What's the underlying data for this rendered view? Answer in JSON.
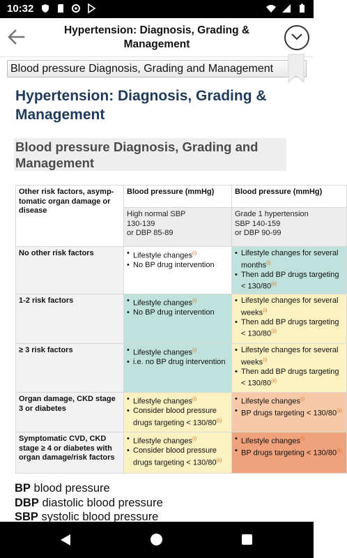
{
  "status_bar": {
    "time": "10:32"
  },
  "app_bar": {
    "title": "Hypertension: Diagnosis, Grading & Management"
  },
  "dropdown": {
    "selected": "Blood pressure Diagnosis, Grading and Management"
  },
  "content": {
    "page_heading": "Hypertension: Diagnosis, Grading & Management",
    "section_heading": "Blood pressure Diagnosis, Grading and Management"
  },
  "table": {
    "col0_header": "Other risk factors, asymp­tomatic organ damage or disease",
    "col1_header": "Blood pressure (mmHg)",
    "col2_header": "Blood pressure (mmHg)",
    "col1_sub": [
      "High normal SBP",
      "130-139",
      "or DBP 85-89"
    ],
    "col2_sub": [
      "Grade 1 hypertension",
      "SBP 140-159",
      "or DBP 90-99"
    ],
    "rows": [
      {
        "label": "No other risk factors",
        "col1": [
          "Lifestyle changes",
          "No BP drug intervention"
        ],
        "col2": [
          "Lifestyle changes for several months",
          "Then add BP drugs targeting < 130/80"
        ]
      },
      {
        "label": "1-2 risk factors",
        "col1": [
          "Lifestyle changes",
          "No BP drug intervention"
        ],
        "col2": [
          "Lifestyle changes for several weeks",
          "Then add BP drugs targeting < 130/80"
        ]
      },
      {
        "label": "≥ 3 risk factors",
        "col1": [
          "Lifestyle changes",
          "i.e. no BP drug intervention"
        ],
        "col2": [
          "Lifestyle changes for several weeks",
          "Then add BP drugs targeting < 130/80"
        ]
      },
      {
        "label": "Organ damage, CKD stage 3 or diabetes",
        "col1": [
          "Lifestyle changes",
          "Consider blood pressure drugs targeting < 130/80"
        ],
        "col2": [
          "Lifestyle changes",
          "BP drugs targeting < 130/80"
        ]
      },
      {
        "label": "Symptomatic CVD, CKD stage ≥ 4 or diabetes with organ damage/risk factors",
        "col1": [
          "Lifestyle changes",
          "Consider blood pressure drugs targeting < 130/80"
        ],
        "col2": [
          "Lifestyle changes",
          "BP drugs targeting < 130/80"
        ]
      }
    ],
    "ref_i": "(i)",
    "ref_ii": "(ii)"
  },
  "abbreviations": [
    {
      "abbr": "BP",
      "meaning": "blood pressure"
    },
    {
      "abbr": "DBP",
      "meaning": "diastolic blood pressure"
    },
    {
      "abbr": "SBP",
      "meaning": "systolic blood pressure"
    }
  ]
}
